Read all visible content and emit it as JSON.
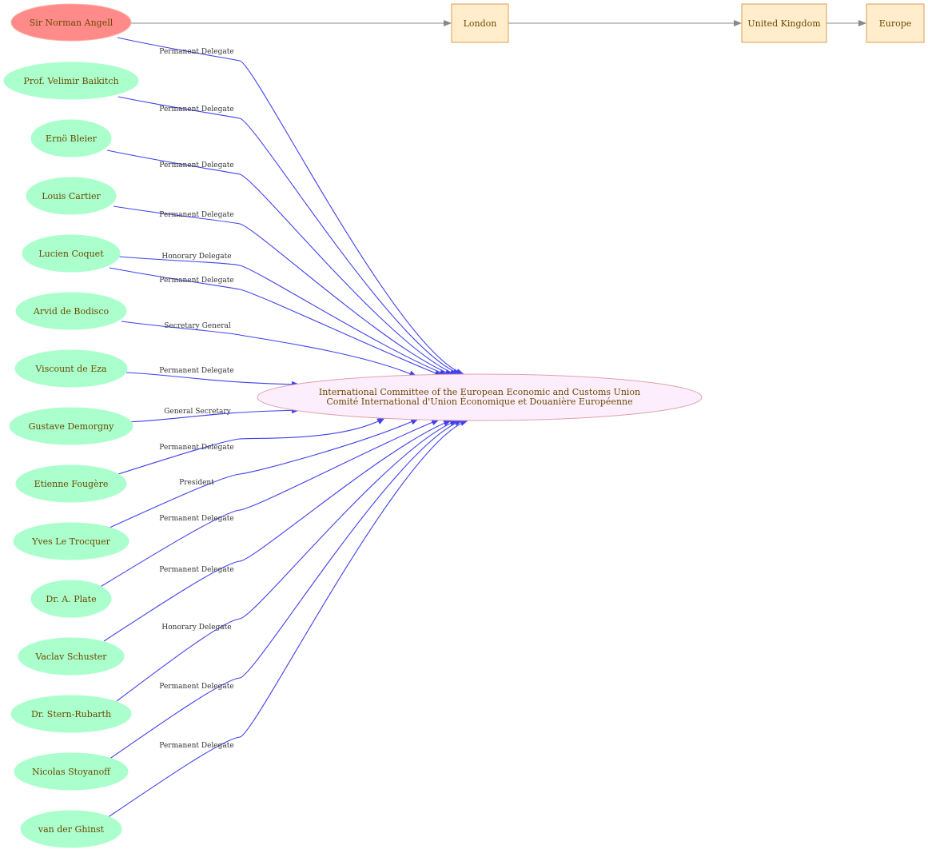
{
  "colors": {
    "highlight_person_fill": "#ff8a8a",
    "highlight_person_stroke": "#ffb0a0",
    "person_fill": "#aaffcc",
    "org_fill": "#fdeefd",
    "org_stroke": "#e0a0a8",
    "place_fill": "#ffedcc",
    "place_stroke": "#d9a050",
    "edge_blue": "#4040ee",
    "edge_gray": "#888888",
    "text": "#6b4a00"
  },
  "organization": {
    "name_line1": "International Committee of the European Economic and Customs Union",
    "name_line2": "Comité International d'Union Économique et Douanière Européenne"
  },
  "places": [
    {
      "id": "london",
      "label": "London"
    },
    {
      "id": "uk",
      "label": "United Kingdom"
    },
    {
      "id": "europe",
      "label": "Europe"
    }
  ],
  "people": [
    {
      "name": "Sir Norman Angell",
      "role": "Permanent Delegate",
      "highlight": true
    },
    {
      "name": "Prof. Velimir Baikitch",
      "role": "Permanent Delegate"
    },
    {
      "name": "Ernö Bleier",
      "role": "Permanent Delegate"
    },
    {
      "name": "Louis Cartier",
      "role": "Permanent Delegate"
    },
    {
      "name": "Lucien Coquet",
      "role": "Honorary Delegate",
      "role2": "Permanent Delegate"
    },
    {
      "name": "Arvid de Bodisco",
      "role": "Secretary General"
    },
    {
      "name": "Viscount  de Eza",
      "role": "Permanent Delegate"
    },
    {
      "name": "Gustave Demorgny",
      "role": "General Secretary"
    },
    {
      "name": "Etienne Fougère",
      "role": "Permanent Delegate"
    },
    {
      "name": "Yves Le Trocquer",
      "role": "President"
    },
    {
      "name": "Dr. A. Plate",
      "role": "Permanent Delegate"
    },
    {
      "name": "Vaclav Schuster",
      "role": "Permanent Delegate"
    },
    {
      "name": "Dr. Stern-Rubarth",
      "role": "Honorary Delegate"
    },
    {
      "name": "Nicolas Stoyanoff",
      "role": "Permanent Delegate"
    },
    {
      "name": "van der Ghinst",
      "role": "Permanent Delegate"
    }
  ]
}
